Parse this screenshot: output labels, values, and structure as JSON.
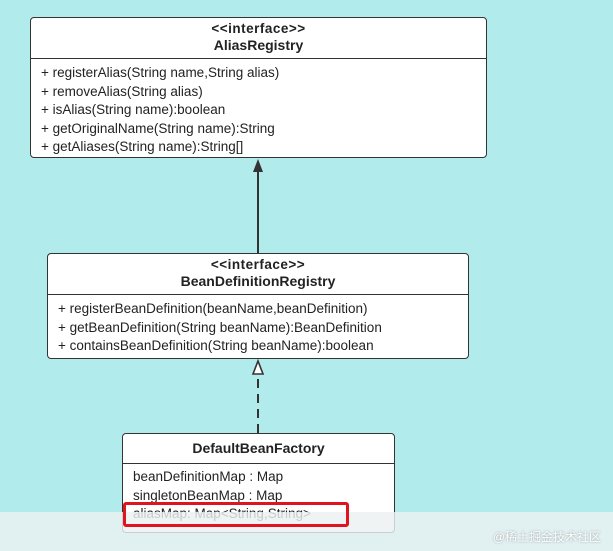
{
  "diagram": {
    "alias_registry": {
      "stereotype": "<<interface>>",
      "name": "AliasRegistry",
      "members": [
        "+ registerAlias(String name,String alias)",
        "+ removeAlias(String alias)",
        "+ isAlias(String name):boolean",
        "+ getOriginalName(String name):String",
        "+ getAliases(String name):String[]"
      ]
    },
    "bean_definition_registry": {
      "stereotype": "<<interface>>",
      "name": "BeanDefinitionRegistry",
      "members": [
        "+ registerBeanDefinition(beanName,beanDefinition)",
        "+ getBeanDefinition(String beanName):BeanDefinition",
        "+ containsBeanDefinition(String beanName):boolean"
      ]
    },
    "default_bean_factory": {
      "name": "DefaultBeanFactory",
      "members": [
        "beanDefinitionMap : Map",
        "singletonBeanMap : Map",
        "aliasMap: Map<String,String>"
      ]
    },
    "colors": {
      "background": "#b2ebec",
      "highlight": "#e0141e",
      "line": "#333333"
    }
  },
  "watermark": "@稀土掘金技术社区"
}
